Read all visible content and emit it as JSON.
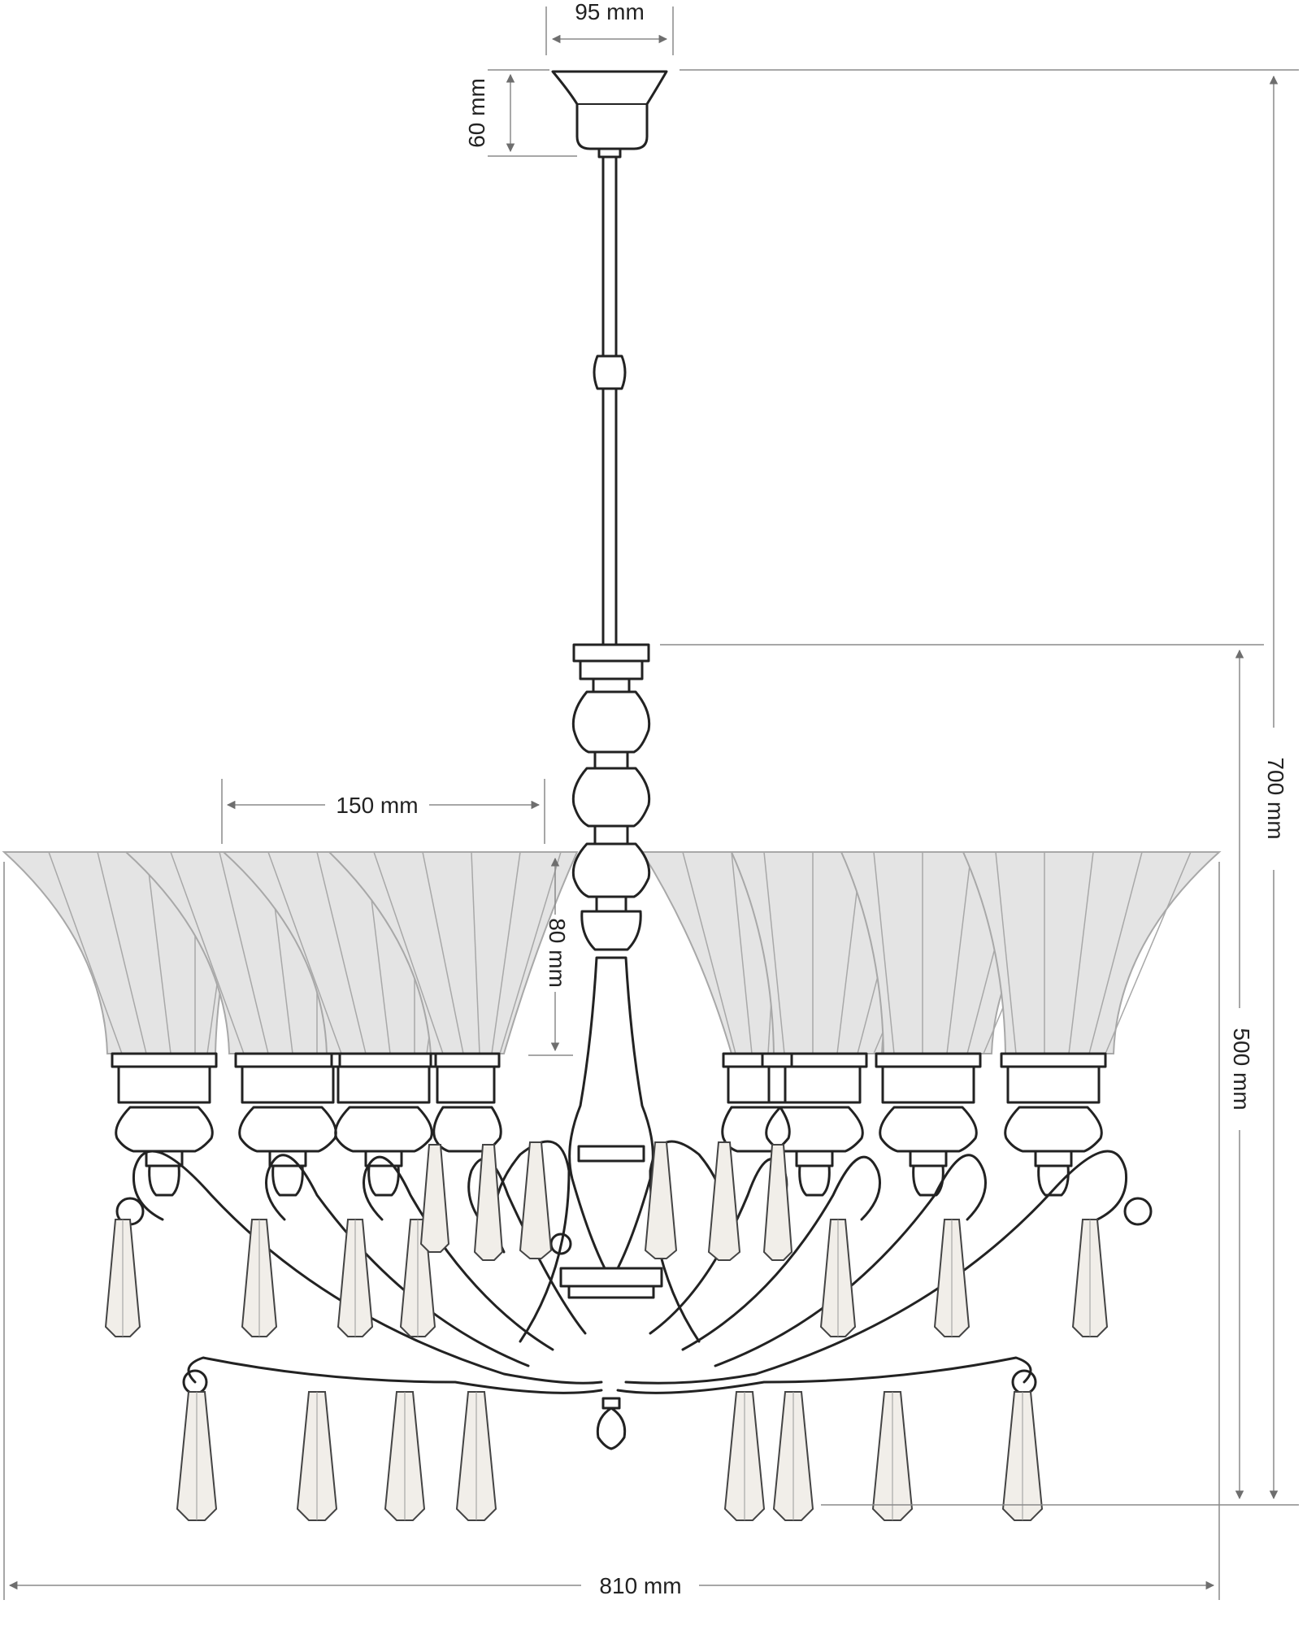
{
  "dimensions": {
    "canopy_width": "95 mm",
    "canopy_height": "60 mm",
    "overall_height": "700 mm",
    "body_height": "500 mm",
    "shade_width": "150 mm",
    "shade_height": "80 mm",
    "overall_width": "810 mm"
  },
  "colors": {
    "line": "#222222",
    "shade_fill": "#e4e4e4",
    "shade_rib": "#a8a8a8",
    "dimension": "#8a8a8a",
    "arrow": "#6e6e6e",
    "crystal": "#f1eee9"
  }
}
